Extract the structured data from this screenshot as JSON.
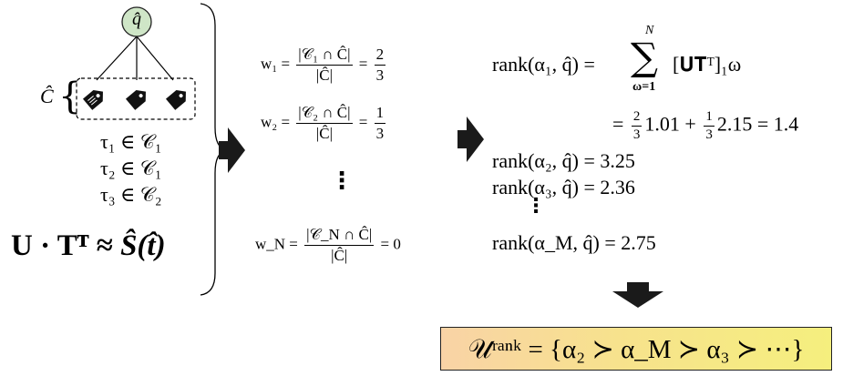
{
  "query_node": "q̂",
  "label_c": "Ĉ",
  "left_memberships": [
    "τ₁ ∈ 𝒞₁",
    "τ₂ ∈ 𝒞₁",
    "τ₃ ∈ 𝒞₂"
  ],
  "factorization": {
    "lhs": "U · Tᵀ ≈ ",
    "rhs": "Ŝ(t̂)"
  },
  "weights": [
    {
      "lhs": "w₁ =",
      "num": "|𝒞₁ ∩ Ĉ|",
      "den": "|Ĉ|",
      "eq": "=",
      "value_num": "2",
      "value_den": "3"
    },
    {
      "lhs": "w₂ =",
      "num": "|𝒞₂ ∩ Ĉ|",
      "den": "|Ĉ|",
      "eq": "=",
      "value_num": "1",
      "value_den": "3"
    },
    {
      "lhs": "w_N =",
      "num": "|𝒞_N ∩ Ĉ|",
      "den": "|Ĉ|",
      "eq": "= 0"
    }
  ],
  "vdots": "⋮",
  "rank_first": {
    "lhs": "rank(α₁, q̂) =",
    "sum_upper": "N",
    "sum_symbol": "∑",
    "sum_lower": "ω=1",
    "term": "[𝐔𝐓ᵀ]₁ω"
  },
  "rank_first_expansion": {
    "eq": "=",
    "f1_num": "2",
    "f1_den": "3",
    "v1": "1.01 +",
    "f2_num": "1",
    "f2_den": "3",
    "v2": "2.15 = 1.4"
  },
  "ranks": [
    "rank(α₂, q̂) = 3.25",
    "rank(α₃, q̂) = 2.36",
    "rank(α_M, q̂) = 2.75"
  ],
  "result": "𝒰ʳᵃⁿᵏ = {α₂ ≻ α_M ≻ α₃ ≻ ⋯}",
  "colors": {
    "node_fill": "#cfe6c7",
    "arrow": "#1a1a1a",
    "box_gradient_start": "#f9d3a6",
    "box_gradient_end": "#f5ef7e"
  }
}
